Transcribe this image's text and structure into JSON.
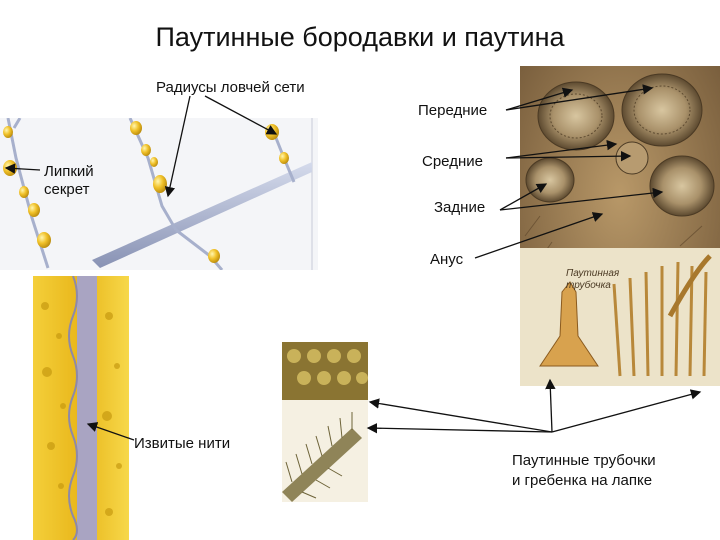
{
  "title": "Паутинные бородавки и паутина",
  "labels": {
    "radii": "Радиусы ловчей сети",
    "sticky_line1": "Липкий",
    "sticky_line2": "секрет",
    "front": "Передние",
    "middle": "Средние",
    "rear": "Задние",
    "anus": "Анус",
    "coiled": "Извитые нити",
    "tubes_line1": "Паутинные трубочки",
    "tubes_line2": "и гребенка на лапке",
    "inset_caption_line1": "Паутинная",
    "inset_caption_line2": "трубочка"
  },
  "colors": {
    "droplet": "#e8b61a",
    "thread": "#9aa6c6",
    "spinneret_bg": "#c9a56a",
    "hair": "#6e5a3e"
  }
}
